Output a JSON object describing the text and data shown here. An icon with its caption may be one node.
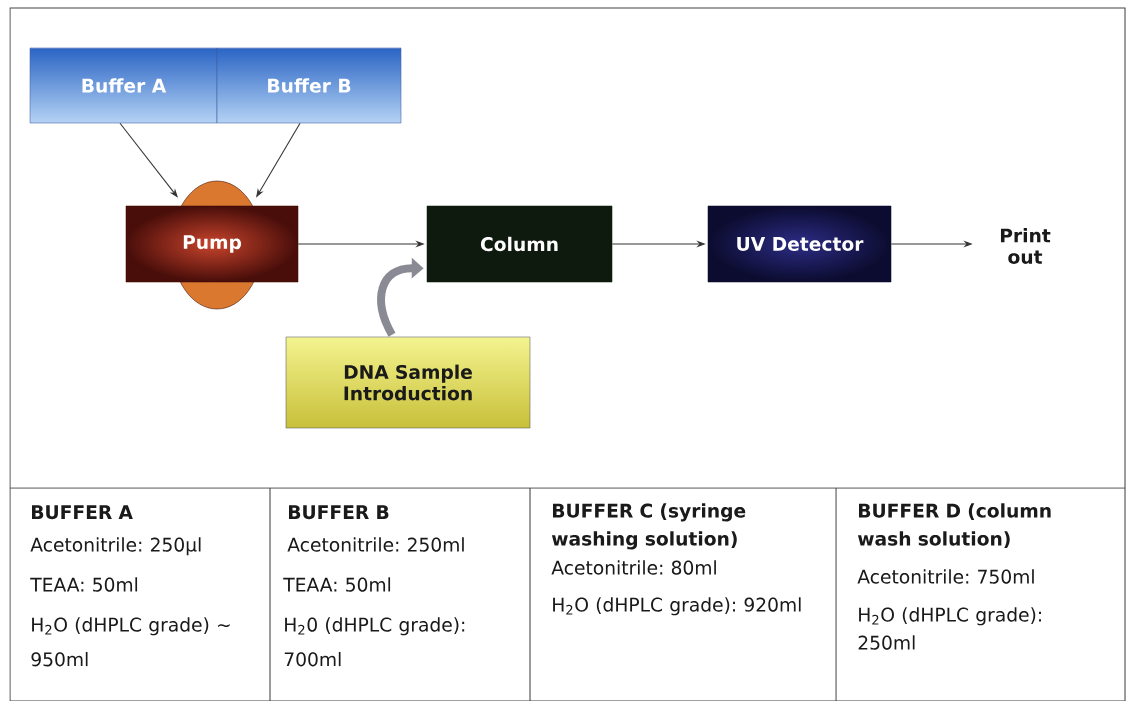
{
  "diagram": {
    "nodes": [
      {
        "text": [
          "Buffer A"
        ]
      },
      {
        "text": [
          "Buffer B"
        ]
      },
      {
        "text": [
          "Pump"
        ]
      },
      {
        "text": [
          "Column"
        ]
      },
      {
        "text": [
          "UV Detector"
        ]
      },
      {
        "text": [
          "Print out"
        ]
      },
      {
        "text": [
          "DNA Sample Introduction"
        ]
      }
    ],
    "edges": [
      {
        "from": 0,
        "to": 2,
        "arrow": "to"
      },
      {
        "from": 1,
        "to": 2,
        "arrow": "to"
      },
      {
        "from": 2,
        "to": 3,
        "arrow": "to"
      },
      {
        "from": 3,
        "to": 4,
        "arrow": "to"
      },
      {
        "from": 4,
        "to": 5,
        "arrow": "to"
      },
      {
        "from": 6,
        "to": 3,
        "arrow": "to",
        "style": "thick",
        "color": "#8a8a94"
      }
    ],
    "labels": [
      "BUFFER A",
      "Acetonitrile: 250µl",
      "TEAA: 50ml",
      "H$_{2}$O (dHPLC grade) ~ 950ml",
      "BUFFER B",
      "Acetonitrile: 250ml",
      "TEAA: 50ml",
      "H$_{2}$0 (dHPLC grade): 700ml",
      "BUFFER C (syringe washing solution)",
      "Acetonitrile: 80ml",
      "H$_{2}$O (dHPLC grade): 920ml",
      "BUFFER D (column wash solution)",
      "Acetonitrile: 750ml",
      "H$_{2}$O (dHPLC grade): 250ml"
    ]
  }
}
